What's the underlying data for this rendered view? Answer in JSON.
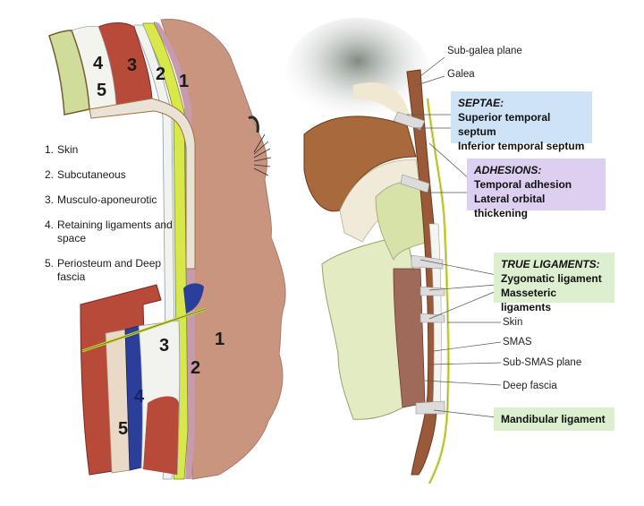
{
  "figure": {
    "left_panel": {
      "legend": [
        {
          "num": "1.",
          "text": "Skin"
        },
        {
          "num": "2.",
          "text": "Subcutaneous"
        },
        {
          "num": "3.",
          "text": "Musculo-aponeurotic"
        },
        {
          "num": "4.",
          "text": "Retaining ligaments and space"
        },
        {
          "num": "5.",
          "text": "Periosteum and Deep fascia"
        }
      ],
      "layer_numbers": [
        "1",
        "2",
        "3",
        "4",
        "5"
      ]
    },
    "right_panel": {
      "labels": {
        "sub_galea_plane": "Sub-galea plane",
        "galea": "Galea",
        "skin": "Skin",
        "smas": "SMAS",
        "sub_smas_plane": "Sub-SMAS plane",
        "deep_fascia": "Deep fascia"
      },
      "boxes": {
        "septae": {
          "heading": "SEPTAE:",
          "items": [
            "Superior temporal septum",
            "Inferior temporal septum"
          ],
          "color": "#cfe3f7"
        },
        "adhesions": {
          "heading": "ADHESIONS:",
          "items": [
            "Temporal adhesion",
            "Lateral orbital thickening"
          ],
          "color": "#dccff0"
        },
        "true_ligaments": {
          "heading": "TRUE LIGAMENTS:",
          "items": [
            "Zygomatic ligament",
            "Masseteric ligaments"
          ],
          "color": "#dcefcf"
        },
        "mandibular": {
          "text": "Mandibular ligament",
          "color": "#dcefcf"
        }
      }
    },
    "colors": {
      "skin": "#c9957f",
      "skin_edge": "#b88aa0",
      "subcutaneous_fat": "#d8e84a",
      "muscle": "#b84a3a",
      "fascia": "#f2f2ee",
      "periosteum": "#cfdc9a",
      "bone": "#e3ebc2",
      "vessel": "#2b3f9a",
      "temporalis": "#a86a3c"
    }
  }
}
